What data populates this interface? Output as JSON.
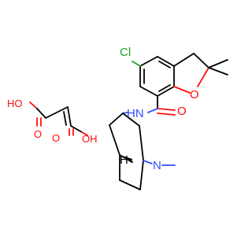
{
  "atoms": {
    "chlorine": {
      "label": "Cl",
      "color": "#1fa01f"
    },
    "furan_oxygen": {
      "label": "O",
      "color": "#ff0d0d"
    },
    "carbonyl_oxygen": {
      "label": "O",
      "color": "#ff0d0d"
    },
    "amide_nh": {
      "label": "HN",
      "color": "#3050f8"
    },
    "ring_nitrogen": {
      "label": "N",
      "color": "#3050f8"
    },
    "bridgehead_h": {
      "label": "H",
      "color": "#000000"
    },
    "acid_oh_left": {
      "label": "HO",
      "color": "#ff0d0d"
    },
    "acid_o_left": {
      "label": "O",
      "color": "#ff0d0d"
    },
    "acid_o_right": {
      "label": "O",
      "color": "#ff0d0d"
    },
    "acid_oh_right": {
      "label": "OH",
      "color": "#ff0d0d"
    }
  },
  "bond_color": "#000000"
}
